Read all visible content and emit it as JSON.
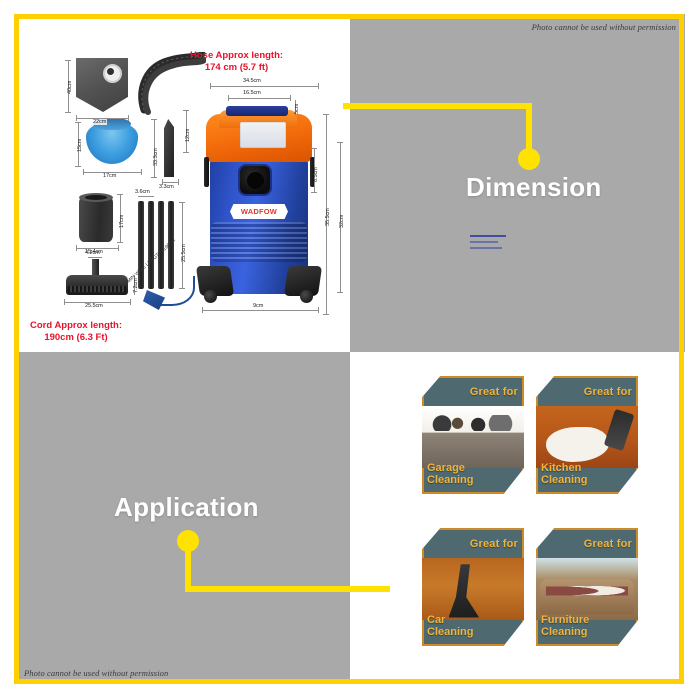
{
  "frame": {
    "accent_color": "#FFD000",
    "connector_color": "#FFE200",
    "panel_gray": "#a9a9a9"
  },
  "watermarks": {
    "top_right": "Photo cannot be used without permission",
    "bottom_left": "Photo cannot be used without permission"
  },
  "sections": {
    "dimension_label": "Dimension",
    "application_label": "Application"
  },
  "dimension_panel": {
    "hose_caption_line1": "Hose Approx length:",
    "hose_caption_line2": "174 cm (5.7 ft)",
    "cord_caption_line1": "Cord Approx length:",
    "cord_caption_line2": "190cm (6.3 Ft)",
    "brand": "WADFOW",
    "measurements": {
      "dust_bag_height": "40cm",
      "dust_bag_width": "22cm",
      "cloth_filter_height": "15cm",
      "cloth_filter_width": "17cm",
      "crevice_nozzle_height": "33.3cm",
      "crevice_nozzle_width": "3.3cm",
      "foam_filter_height": "17cm",
      "foam_filter_width": "15.4cm",
      "brush_neck_width": "4.2cm",
      "brush_head_width": "25.5cm",
      "brush_head_height": "7.2cm",
      "tube_diameter": "3.6cm",
      "tube_length": "25.5cm",
      "cord_diagonal_label": "MIN WIRE LENGTH: 190cm",
      "head_total_width": "34.5cm",
      "head_inner_width": "16.5cm",
      "head_top_height": "5cm",
      "head_side_height": "12cm",
      "tank_upper_height": "8.5cm",
      "body_height": "35.5cm",
      "overall_height": "32cm",
      "base_width": "9cm"
    }
  },
  "application_panel": {
    "cards": [
      {
        "top_text": "Great for",
        "title_line1": "Garage",
        "title_line2": "Cleaning",
        "photo": "garage-photo"
      },
      {
        "top_text": "Great for",
        "title_line1": "Kitchen",
        "title_line2": "Cleaning",
        "photo": "kitchen-photo"
      },
      {
        "top_text": "Great for",
        "title_line1": "Car",
        "title_line2": "Cleaning",
        "photo": "car-photo"
      },
      {
        "top_text": "Great for",
        "title_line1": "Furniture",
        "title_line2": "Cleaning",
        "photo": "furniture-photo"
      }
    ]
  }
}
